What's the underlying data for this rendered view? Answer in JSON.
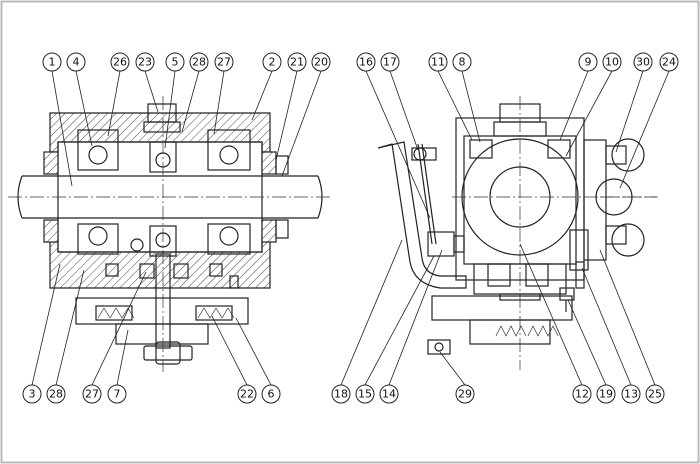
{
  "callouts_top_left": [
    "1",
    "4",
    "26",
    "23",
    "5",
    "28",
    "27",
    "2",
    "21",
    "20"
  ],
  "callouts_bottom_left": [
    "3",
    "28",
    "27",
    "7",
    "22",
    "6"
  ],
  "callouts_top_right": [
    "16",
    "17",
    "11",
    "8",
    "9",
    "10",
    "30",
    "24"
  ],
  "callouts_bottom_right": [
    "18",
    "15",
    "14",
    "29",
    "12",
    "19",
    "13",
    "25"
  ],
  "colors": {
    "line": "#222222",
    "frame": "#bbbbbb",
    "background": "#ffffff"
  }
}
